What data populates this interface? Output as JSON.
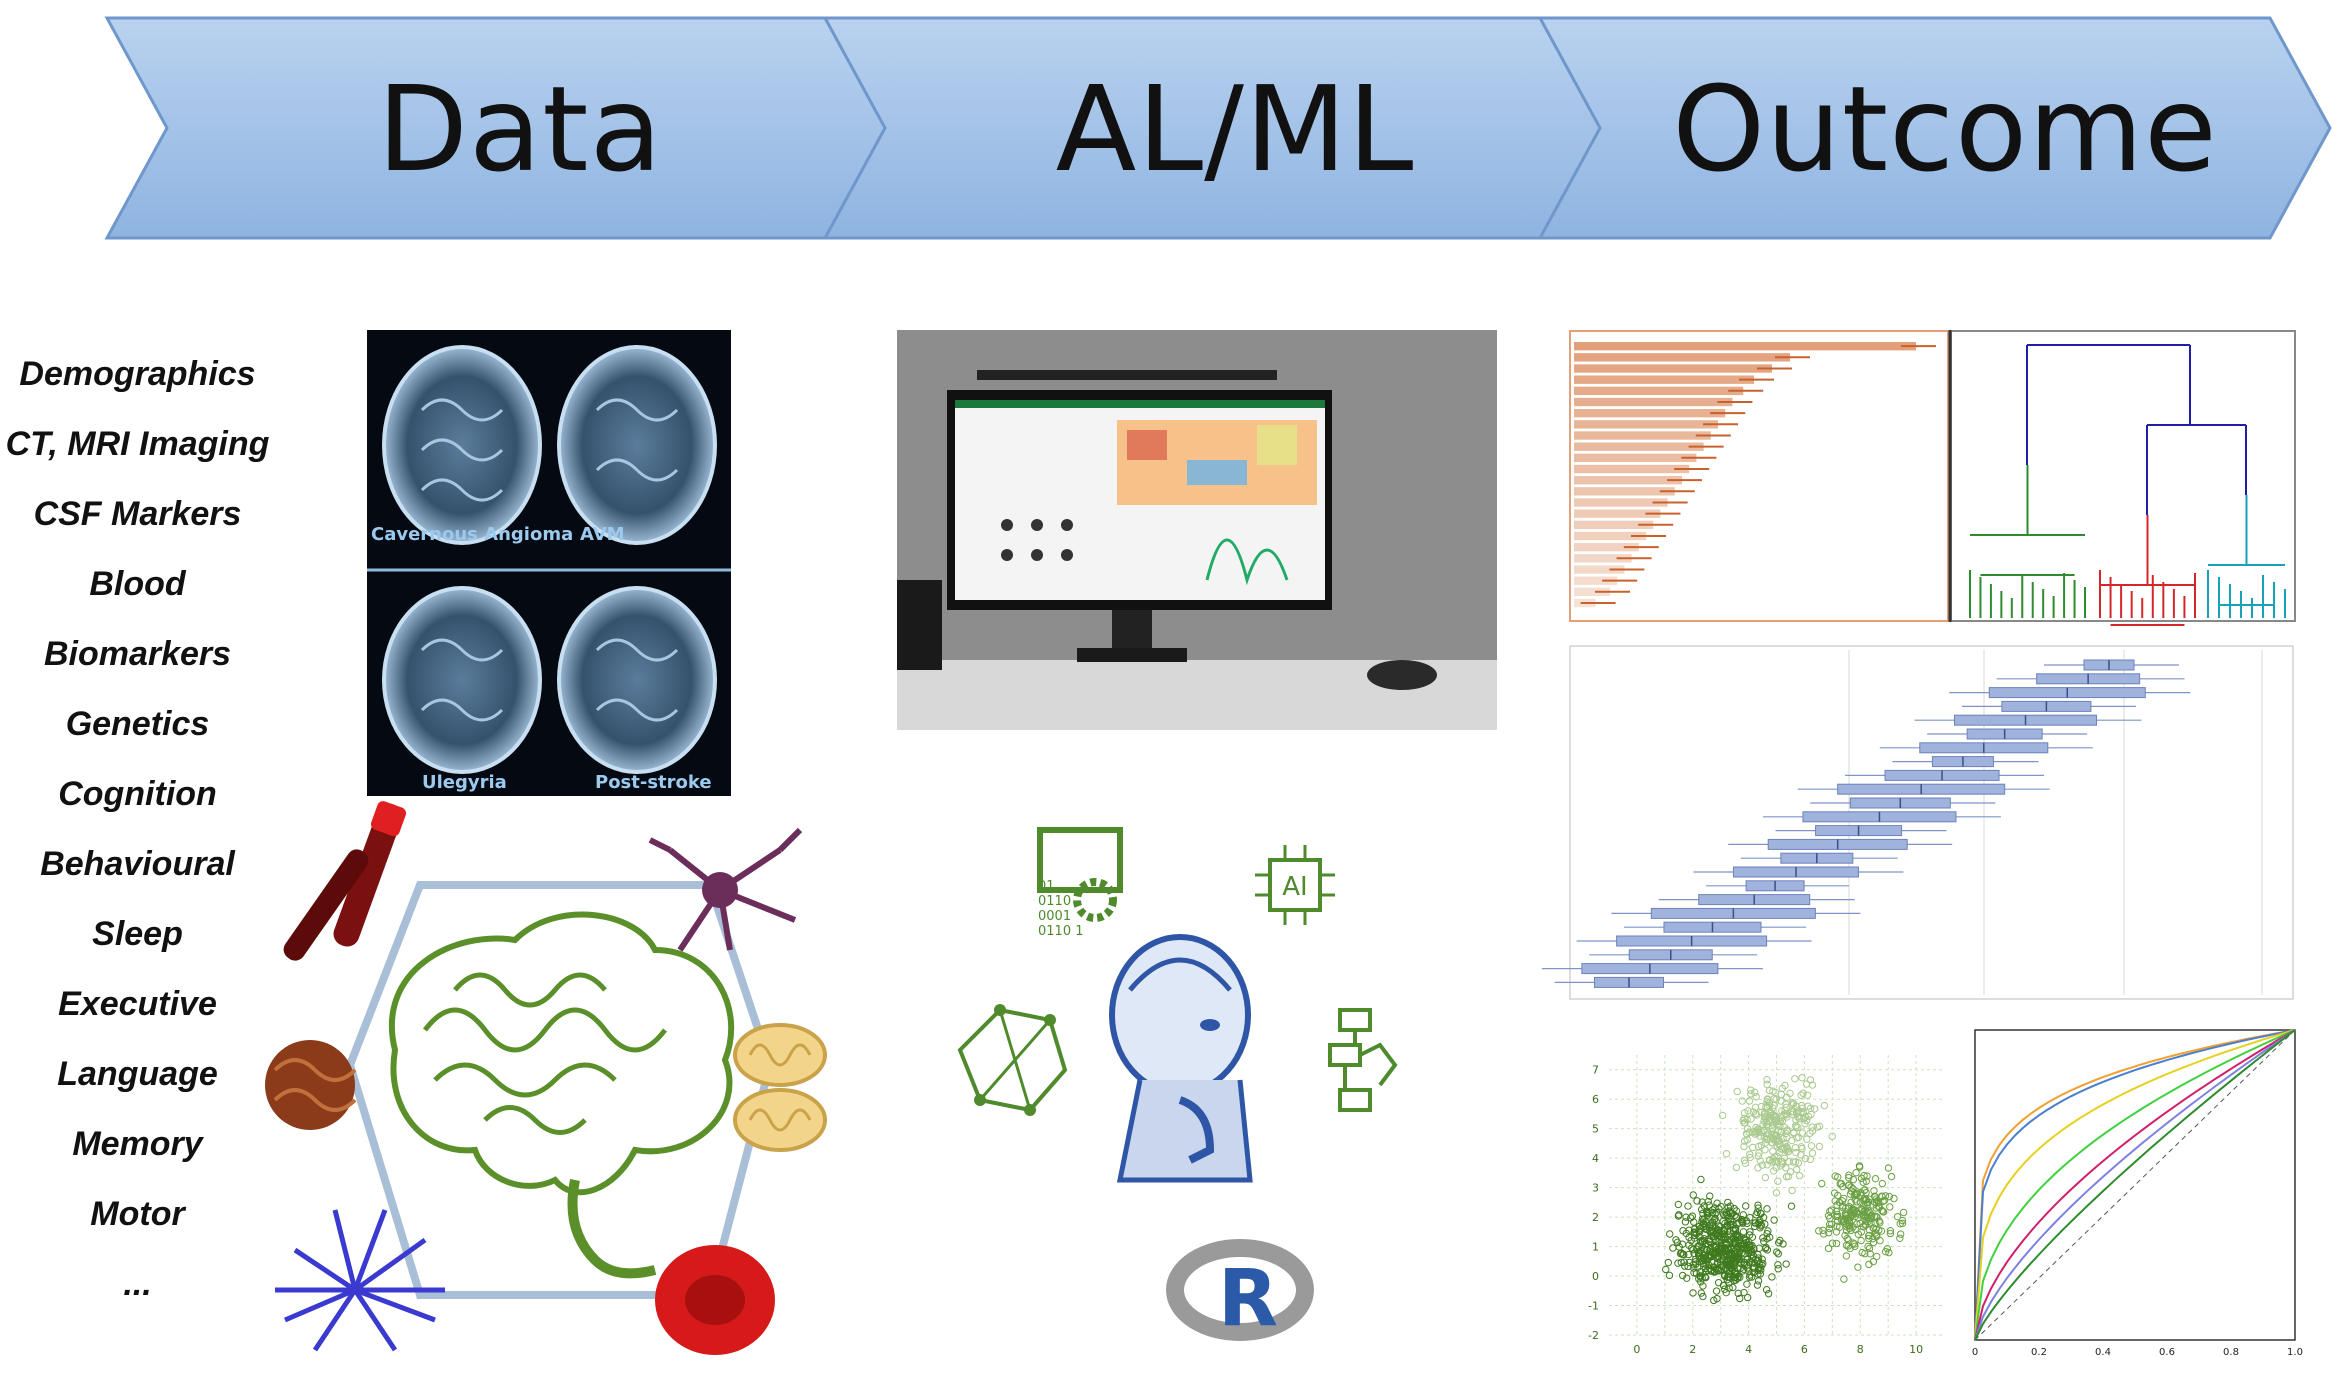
{
  "steps": [
    {
      "label": "Data"
    },
    {
      "label": "AL/ML"
    },
    {
      "label": "Outcome"
    }
  ],
  "data_categories": [
    "Demographics",
    "CT, MRI Imaging",
    "CSF Markers",
    "Blood",
    "Biomarkers",
    "Genetics",
    "Cognition",
    "Behavioural",
    "Sleep",
    "Executive",
    "Language",
    "Memory",
    "Motor",
    "..."
  ],
  "mri_labels": {
    "top_left": "Cavernous Angioma",
    "top_right": "AVM",
    "bottom_left": "Ulegyria",
    "bottom_right": "Post-stroke"
  },
  "ai_icons": {
    "ai_chip": "AI",
    "binary_lines": [
      "01",
      "0110",
      "0001",
      "0110 1"
    ],
    "r_logo": "R"
  },
  "colors": {
    "chevron_fill_top": "#b9d2ef",
    "chevron_fill_bottom": "#8fb4e1",
    "chevron_stroke": "#6f97cc",
    "brain_green": "#5a8f2a",
    "ai_green": "#4f8a2c",
    "robot_blue": "#2f56a6",
    "bar_orange": "#e2a07a",
    "box_blue": "#9fb3dc"
  },
  "chart_data": [
    {
      "type": "bar",
      "orientation": "horizontal",
      "values": [
        95,
        60,
        55,
        50,
        47,
        44,
        42,
        40,
        38,
        36,
        34,
        32,
        30,
        28,
        26,
        24,
        22,
        20,
        18,
        16,
        14,
        12,
        10,
        6
      ]
    },
    {
      "type": "dendrogram",
      "series": [
        {
          "color": "#2e8b2e"
        },
        {
          "color": "#d62728"
        },
        {
          "color": "#17a2b8"
        },
        {
          "color": "#1f1fa8"
        }
      ]
    },
    {
      "type": "boxplot",
      "orientation": "horizontal"
    },
    {
      "type": "scatter",
      "x_ticks": [
        "0",
        "2",
        "4",
        "6",
        "8",
        "10"
      ],
      "y_ticks": [
        "7",
        "6",
        "5",
        "4",
        "3",
        "2",
        "1",
        "0",
        "-1",
        "-2"
      ],
      "clusters": [
        {
          "center": [
            5.2,
            5.0
          ]
        },
        {
          "center": [
            3.2,
            1.0
          ]
        },
        {
          "center": [
            8.0,
            2.0
          ]
        }
      ]
    },
    {
      "type": "line",
      "subtype": "roc",
      "x_ticks": [
        "0",
        "0.2",
        "0.4",
        "0.6",
        "0.8",
        "1.0"
      ]
    }
  ]
}
